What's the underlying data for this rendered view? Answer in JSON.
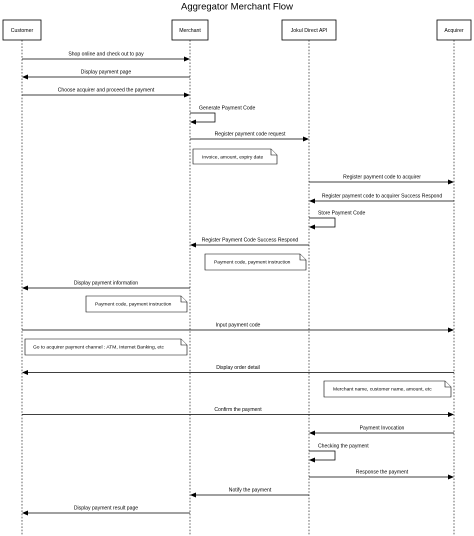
{
  "title": "Aggregator Merchant Flow",
  "participants": [
    {
      "id": "customer",
      "label": "Customer"
    },
    {
      "id": "merchant",
      "label": "Merchant"
    },
    {
      "id": "jokul",
      "label": "Jokul Direct API"
    },
    {
      "id": "acquirer",
      "label": "Acquirer"
    }
  ],
  "messages": [
    {
      "from": "customer",
      "to": "merchant",
      "label": "Shop online and check out to pay"
    },
    {
      "from": "merchant",
      "to": "customer",
      "label": "Display payment page"
    },
    {
      "from": "customer",
      "to": "merchant",
      "label": "Choose acquirer and proceed the payment"
    },
    {
      "from": "merchant",
      "to": "merchant",
      "label": "Generate Payment Code"
    },
    {
      "from": "merchant",
      "to": "jokul",
      "label": "Register payment code request"
    },
    {
      "from": "jokul",
      "to": "acquirer",
      "label": "Register payment code to acquirer"
    },
    {
      "from": "acquirer",
      "to": "jokul",
      "label": "Register payment code to acquirer Success Respond"
    },
    {
      "from": "jokul",
      "to": "jokul",
      "label": "Store Payment Code"
    },
    {
      "from": "jokul",
      "to": "merchant",
      "label": "Register Payment Code Success Respond"
    },
    {
      "from": "merchant",
      "to": "customer",
      "label": "Display payment information"
    },
    {
      "from": "customer",
      "to": "acquirer",
      "label": "Input payment code"
    },
    {
      "from": "acquirer",
      "to": "customer",
      "label": "Display order detail"
    },
    {
      "from": "customer",
      "to": "acquirer",
      "label": "Confirm the payment"
    },
    {
      "from": "acquirer",
      "to": "jokul",
      "label": "Payment Invocation"
    },
    {
      "from": "jokul",
      "to": "jokul",
      "label": "Checking the payment"
    },
    {
      "from": "jokul",
      "to": "acquirer",
      "label": "Response the payment"
    },
    {
      "from": "jokul",
      "to": "merchant",
      "label": "Notify the payment"
    },
    {
      "from": "merchant",
      "to": "customer",
      "label": "Display payment result page"
    }
  ],
  "notes": [
    {
      "label": "Invoice, amount, expiry date"
    },
    {
      "label": "Payment code, payment instruction"
    },
    {
      "label": "Payment code, payment instruction"
    },
    {
      "label": "Go to acquirer payment channel : ATM, Internet Banking, etc"
    },
    {
      "label": "Merchant name, customer name, amount, etc"
    }
  ]
}
